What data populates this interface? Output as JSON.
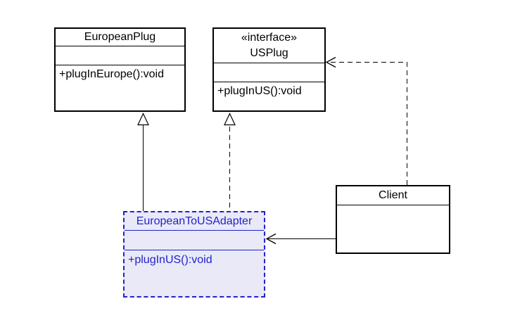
{
  "diagram": {
    "kind": "uml-class-diagram",
    "pattern": "Adapter",
    "colors": {
      "line": "#000000",
      "background": "#ffffff",
      "selected_text": "#2222cc",
      "selected_dash": "#2222cc",
      "selected_fill": "#e9e9f8",
      "selection_halo": "#9dc4ee"
    },
    "classes": {
      "european_plug": {
        "name": "EuropeanPlug",
        "methods": [
          "+plugInEurope():void"
        ]
      },
      "us_plug": {
        "stereotype": "«interface»",
        "name": "USPlug",
        "methods": [
          "+plugInUS():void"
        ]
      },
      "client": {
        "name": "Client"
      },
      "adapter": {
        "name": "EuropeanToUSAdapter",
        "methods": [
          "+plugInUS():void"
        ],
        "selected": true
      }
    },
    "relationships": [
      {
        "type": "generalization",
        "from": "EuropeanToUSAdapter",
        "to": "EuropeanPlug",
        "line": "solid",
        "head": "hollow-triangle"
      },
      {
        "type": "realization",
        "from": "EuropeanToUSAdapter",
        "to": "USPlug",
        "line": "dashed",
        "head": "hollow-triangle"
      },
      {
        "type": "dependency",
        "from": "Client",
        "to": "USPlug",
        "line": "dashed",
        "head": "open-arrow"
      },
      {
        "type": "association",
        "from": "Client",
        "to": "EuropeanToUSAdapter",
        "line": "solid",
        "head": "open-arrow"
      }
    ]
  }
}
